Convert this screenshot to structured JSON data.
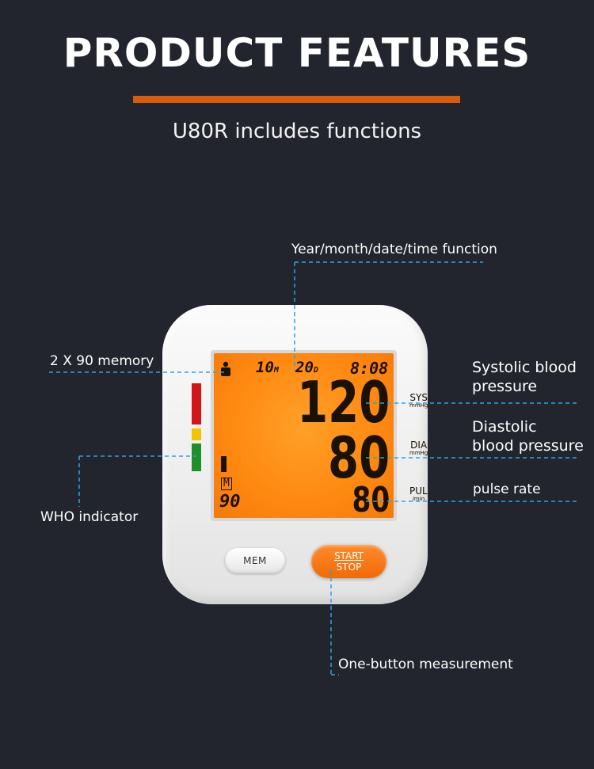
{
  "header": {
    "title": "PRODUCT FEATURES",
    "subtitle": "U80R includes functions",
    "accent_color": "#d65c0c"
  },
  "callouts": {
    "datetime": "Year/month/date/time function",
    "memory": "2 X 90 memory",
    "who": "WHO indicator",
    "systolic": [
      "Systolic blood",
      "pressure"
    ],
    "diastolic": [
      "Diastolic",
      "blood pressure"
    ],
    "pulse": "pulse rate",
    "one_button": "One-button measurement",
    "line_color": "#2aa3e0"
  },
  "display": {
    "month": "10",
    "month_unit": "M",
    "day": "20",
    "day_unit": "D",
    "time": "8:08",
    "systolic": "120",
    "diastolic": "80",
    "pulse": "80",
    "memory_label": "M",
    "memory_count": "90",
    "sys_label": "SYS",
    "dia_label": "DIA",
    "pul_label": "PUL",
    "pressure_unit": "mmHg",
    "pulse_unit": "/min",
    "person_icon": "person-icon",
    "screen_color": "#ff8a12"
  },
  "who_indicator": {
    "colors": [
      "#d0161b",
      "#f2c500",
      "#1f8f2a"
    ]
  },
  "buttons": {
    "mem": "MEM",
    "start": "START",
    "stop": "STOP",
    "start_color": "#f06a08"
  }
}
